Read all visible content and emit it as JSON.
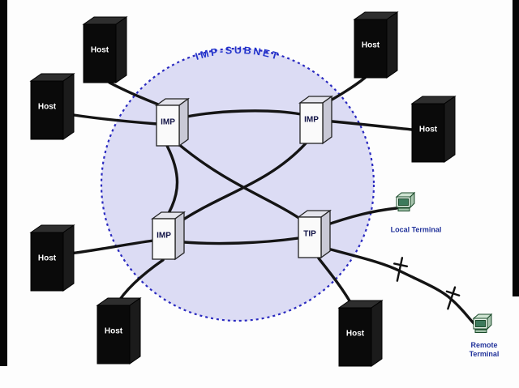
{
  "diagram": {
    "subnet_label": "IMP-SUBNET",
    "nodes": {
      "imp_tl": "IMP",
      "imp_tr": "IMP",
      "imp_bl": "IMP",
      "tip": "TIP"
    },
    "hosts": [
      "Host",
      "Host",
      "Host",
      "Host",
      "Host",
      "Host",
      "Host"
    ],
    "terminals": {
      "local": "Local Terminal",
      "remote_line1": "Remote",
      "remote_line2": "Terminal"
    },
    "colors": {
      "subnet_fill": "#dcdcf4",
      "subnet_border": "#2a2ac0",
      "label_blue": "#22339b",
      "host_black": "#0a0a0a",
      "line_black": "#141414"
    }
  }
}
